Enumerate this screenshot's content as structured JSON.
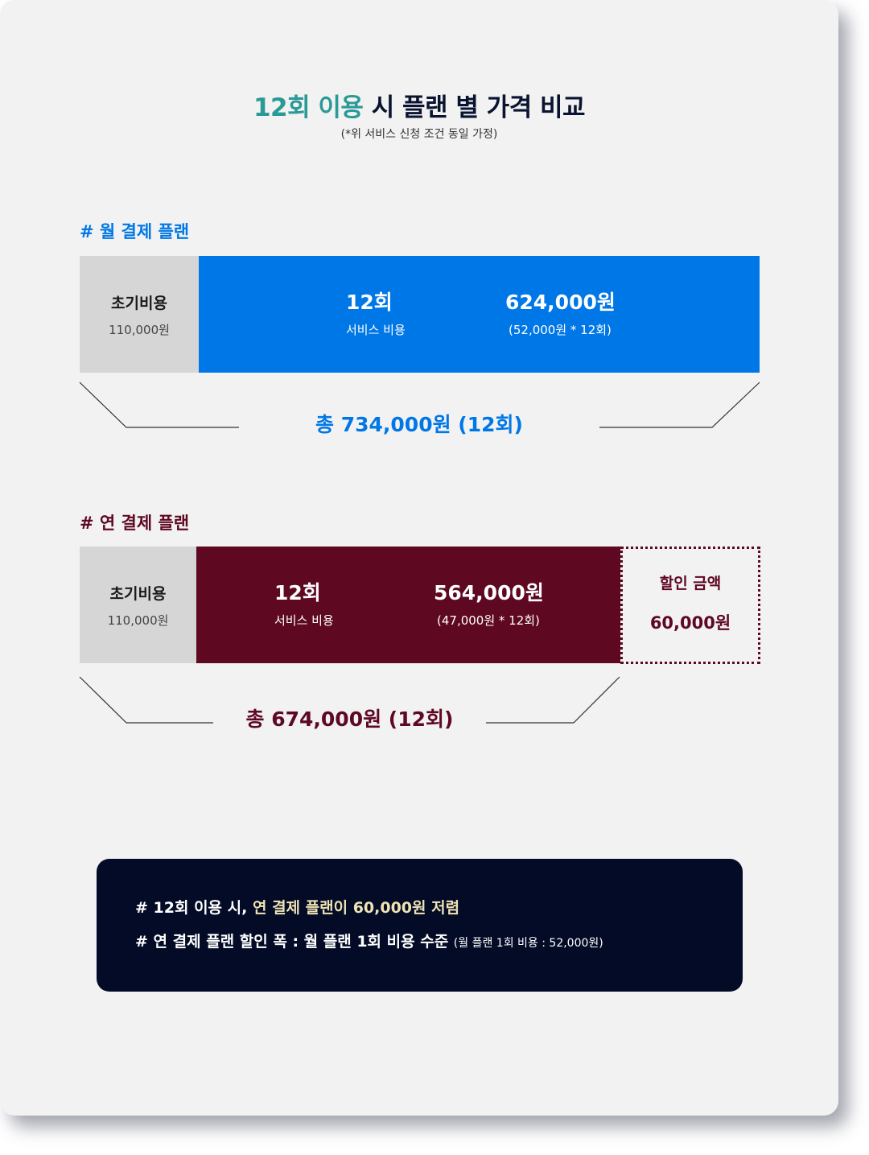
{
  "title": {
    "part1": "12회 이용",
    "part2": " 시 플랜 별 가격 비교"
  },
  "subtitle": "(*위 서비스 신청 조건 동일 가정)",
  "monthly": {
    "label": "# 월 결제 플랜",
    "init_title": "초기비용",
    "init_value": "110,000원",
    "count": "12회",
    "count_sub": "서비스 비용",
    "amount": "624,000원",
    "amount_sub": "(52,000원 * 12회)",
    "total": "총 734,000원 (12회)",
    "color": "#0077e6"
  },
  "yearly": {
    "label": "# 연 결제 플랜",
    "init_title": "초기비용",
    "init_value": "110,000원",
    "count": "12회",
    "count_sub": "서비스 비용",
    "amount": "564,000원",
    "amount_sub": "(47,000원 * 12회)",
    "discount_label": "할인 금액",
    "discount_value": "60,000원",
    "total": "총 674,000원 (12회)",
    "color": "#5e0822"
  },
  "summary": {
    "line1_prefix": "# 12회 이용 시, ",
    "line1_highlight": "연 결제 플랜이 60,000원 저렴",
    "line2_main": "# 연 결제 플랜 할인 폭 : 월 플랜 1회 비용 수준 ",
    "line2_note": "(월 플랜 1회 비용 : 52,000원)",
    "background": "#030b27",
    "highlight_color": "#efe3b4"
  }
}
